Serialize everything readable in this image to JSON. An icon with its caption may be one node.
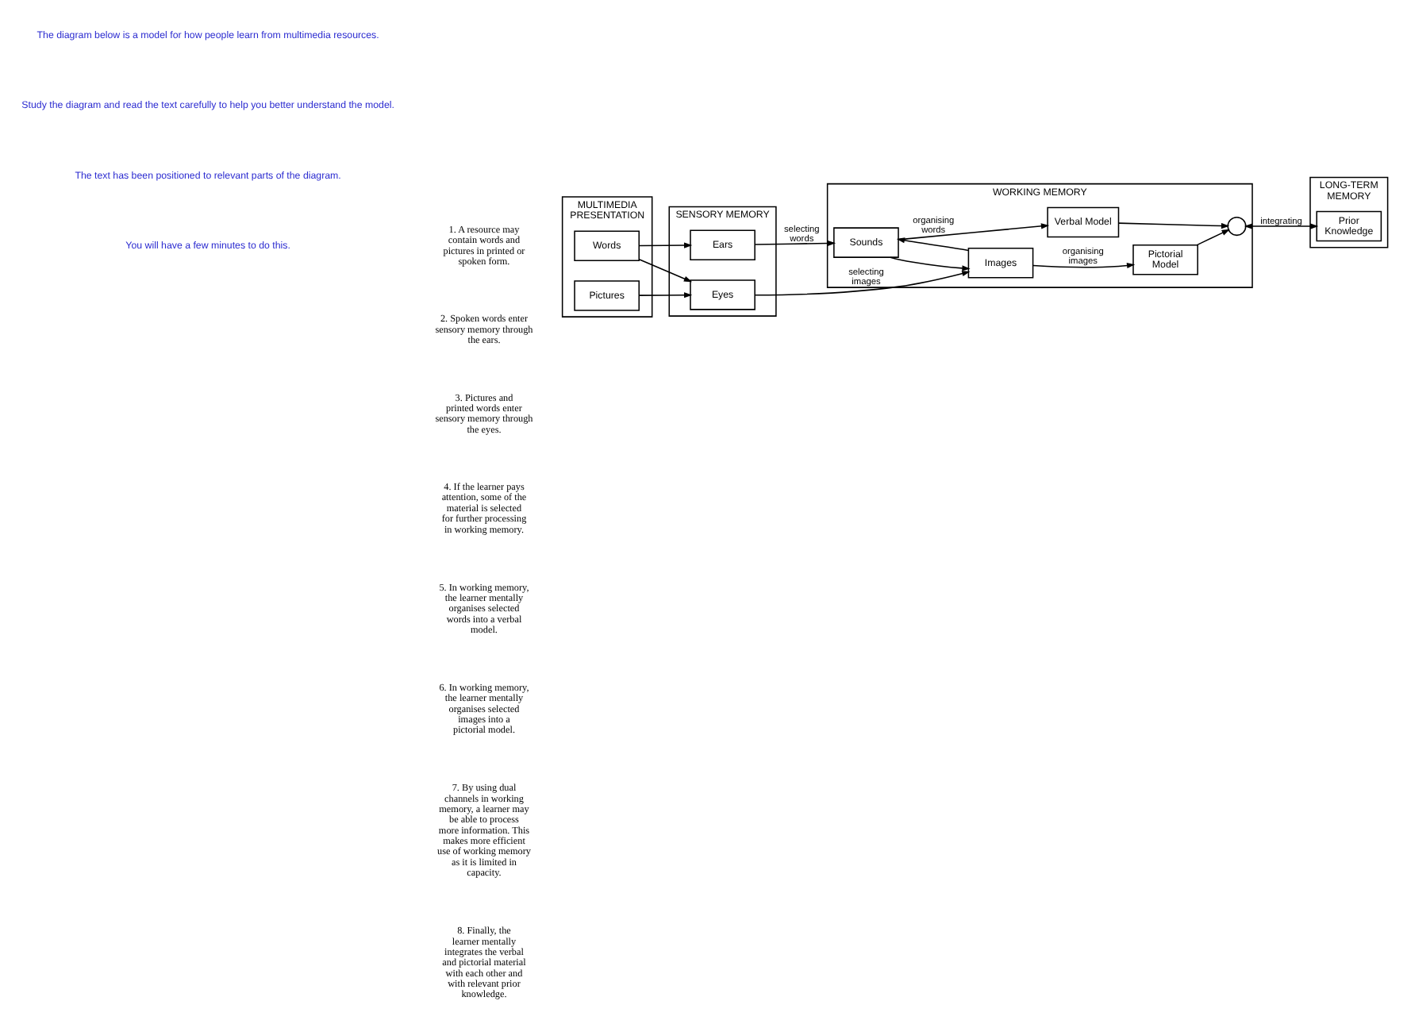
{
  "diagram": {
    "nodes": [
      {
        "text": [
          "MULTIMEDIA PRESENTATION"
        ]
      },
      {
        "text": [
          "Words"
        ],
        "in": 0
      },
      {
        "text": [
          "Pictures"
        ],
        "in": 0
      },
      {
        "text": [
          "SENSORY MEMORY"
        ]
      },
      {
        "text": [
          "Ears"
        ],
        "in": 3
      },
      {
        "text": [
          "Eyes"
        ],
        "in": 3
      },
      {
        "text": [
          "WORKING MEMORY"
        ]
      },
      {
        "text": [
          "Sounds"
        ],
        "in": 6
      },
      {
        "text": [
          "Images"
        ],
        "in": 6
      },
      {
        "text": [
          "Verbal Model"
        ],
        "in": 6
      },
      {
        "text": [
          "Pictorial Model"
        ],
        "in": 6
      },
      {
        "text": [],
        "shape": "circle",
        "in": 6
      },
      {
        "text": [
          "LONG-TERM MEMORY"
        ]
      },
      {
        "text": [
          "Prior Knowledge"
        ],
        "in": 12
      }
    ],
    "edges": [
      {
        "from": 1,
        "to": 4,
        "arrow": "to"
      },
      {
        "from": 1,
        "to": 5,
        "arrow": "to"
      },
      {
        "from": 2,
        "to": 5,
        "arrow": "to"
      },
      {
        "from": 4,
        "to": 7,
        "arrow": "to",
        "label": "selecting words"
      },
      {
        "from": 5,
        "to": 8,
        "arrow": "to",
        "label": "selecting images"
      },
      {
        "from": 7,
        "to": 8,
        "arrow": "to"
      },
      {
        "from": 8,
        "to": 7,
        "arrow": "to"
      },
      {
        "from": 7,
        "to": 9,
        "arrow": "to",
        "label": "organising words"
      },
      {
        "from": 8,
        "to": 10,
        "arrow": "to",
        "label": "organising images"
      },
      {
        "from": 9,
        "to": 11,
        "arrow": "to"
      },
      {
        "from": 10,
        "to": 11,
        "arrow": "to"
      },
      {
        "from": 11,
        "to": 13,
        "arrow": "both",
        "label": "integrating"
      }
    ],
    "labels": [
      "The diagram below is a model for how people learn from multimedia resources.",
      "Study the diagram and read the text carefully to help you better understand the model.",
      "The text has been positioned to relevant parts of the diagram.",
      "You will have a few minutes to do this.",
      "1. A resource may contain words and pictures in printed or spoken form.",
      "2. Spoken words enter sensory memory through the ears.",
      "3. Pictures and printed words enter sensory memory through the eyes.",
      "4. If the learner pays attention, some of the material is selected for further processing in working memory.",
      "5. In working memory, the learner mentally organises selected words into a verbal model.",
      "6. In working memory, the learner mentally organises selected images into a pictorial model.",
      "7. By using dual channels in working memory, a learner may be able to process more information. This makes more efficient use of working memory as it is limited in capacity.",
      "8. Finally, the learner mentally integrates the verbal and pictorial material with each other and with relevant prior knowledge."
    ]
  }
}
